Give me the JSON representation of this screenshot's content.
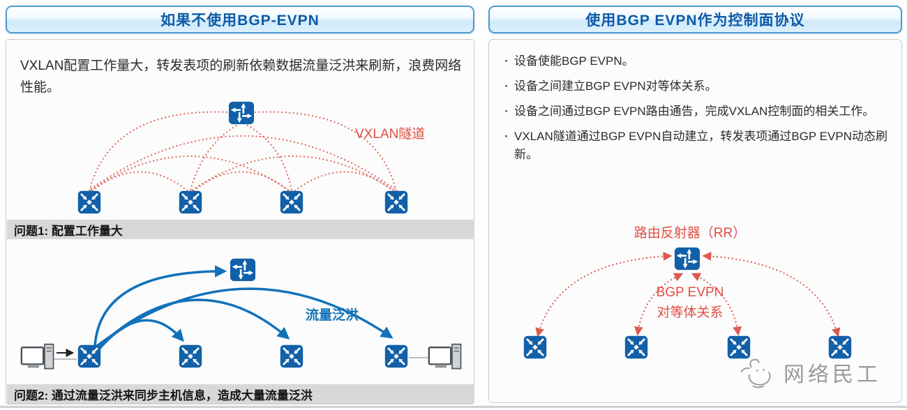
{
  "left_panel": {
    "header": "如果不使用BGP-EVPN",
    "intro": "VXLAN配置工作量大，转发表项的刷新依赖数据流量泛洪来刷新，浪费网络性能。",
    "tunnel_label": "VXLAN隧道",
    "problem1_label": "问题1: 配置工作量大",
    "flood_label": "流量泛洪",
    "problem2_label": "问题2: 通过流量泛洪来同步主机信息，造成大量流量泛洪"
  },
  "right_panel": {
    "header": "使用BGP EVPN作为控制面协议",
    "bullet_char": "·",
    "bullets": [
      "设备使能BGP EVPN。",
      "设备之间建立BGP EVPN对等体关系。",
      "设备之间通过BGP EVPN路由通告，完成VXLAN控制面的相关工作。",
      "VXLAN隧道通过BGP EVPN自动建立，转发表项通过BGP EVPN动态刷新。"
    ],
    "rr_label": "路由反射器（RR）",
    "peer_label_line1": "BGP EVPN",
    "peer_label_line2": "对等体关系",
    "watermark_text": "网络民工"
  },
  "colors": {
    "header_text": "#0e5aa7",
    "header_border": "#4a9ad2",
    "tunnel_red_line": "#dd5a50",
    "red_label_text": "#e04e44",
    "flood_blue": "#1172ba",
    "icon_blue": "#1160a8",
    "problem_bar_bg": "#d8d8d8",
    "watermark_gray": "#9a9a9a"
  },
  "icons": {
    "router": "router-icon",
    "switch": "lan-switch-icon",
    "pc": "desktop-computer-icon",
    "watermark_logo": "cat-sketch-icon"
  }
}
